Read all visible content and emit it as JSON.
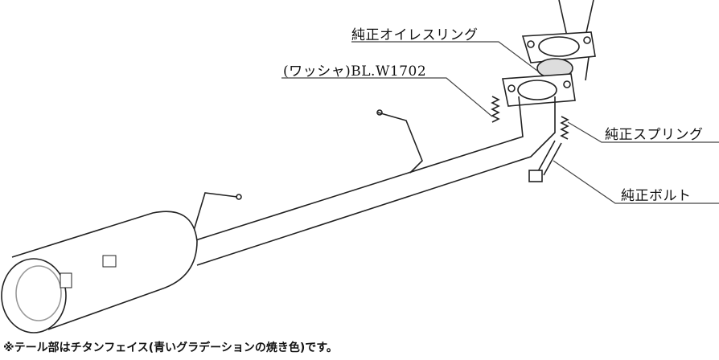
{
  "labels": {
    "oiles_ring": "純正オイレスリング",
    "washer": "(ワッシャ)BL.W1702",
    "spring": "純正スプリング",
    "bolt": "純正ボルト"
  },
  "note": "※テール部はチタンフェイス(青いグラデーションの焼き色)です。"
}
